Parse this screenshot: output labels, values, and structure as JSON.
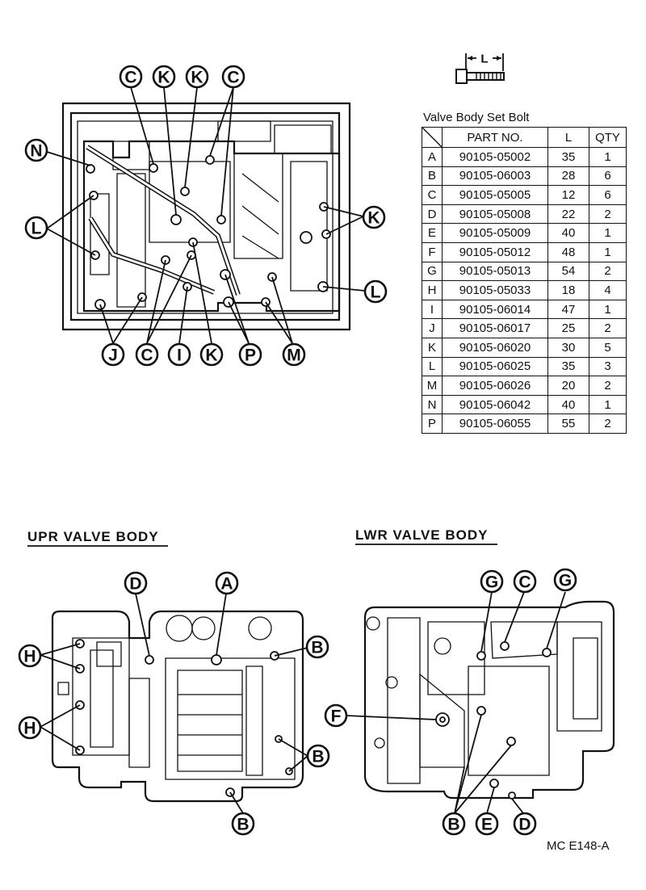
{
  "table": {
    "caption": "Valve Body Set Bolt",
    "headers": {
      "part_no": "PART NO.",
      "length": "L",
      "qty": "QTY"
    },
    "rows": [
      {
        "key": "A",
        "part_no": "90105-05002",
        "length": "35",
        "qty": "1"
      },
      {
        "key": "B",
        "part_no": "90105-06003",
        "length": "28",
        "qty": "6"
      },
      {
        "key": "C",
        "part_no": "90105-05005",
        "length": "12",
        "qty": "6"
      },
      {
        "key": "D",
        "part_no": "90105-05008",
        "length": "22",
        "qty": "2"
      },
      {
        "key": "E",
        "part_no": "90105-05009",
        "length": "40",
        "qty": "1"
      },
      {
        "key": "F",
        "part_no": "90105-05012",
        "length": "48",
        "qty": "1"
      },
      {
        "key": "G",
        "part_no": "90105-05013",
        "length": "54",
        "qty": "2"
      },
      {
        "key": "H",
        "part_no": "90105-05033",
        "length": "18",
        "qty": "4"
      },
      {
        "key": "I",
        "part_no": "90105-06014",
        "length": "47",
        "qty": "1"
      },
      {
        "key": "J",
        "part_no": "90105-06017",
        "length": "25",
        "qty": "2"
      },
      {
        "key": "K",
        "part_no": "90105-06020",
        "length": "30",
        "qty": "5"
      },
      {
        "key": "L",
        "part_no": "90105-06025",
        "length": "35",
        "qty": "3"
      },
      {
        "key": "M",
        "part_no": "90105-06026",
        "length": "20",
        "qty": "2"
      },
      {
        "key": "N",
        "part_no": "90105-06042",
        "length": "40",
        "qty": "1"
      },
      {
        "key": "P",
        "part_no": "90105-06055",
        "length": "55",
        "qty": "2"
      }
    ]
  },
  "bolt_icon": {
    "dimension_label": "L"
  },
  "sections": {
    "upper": "UPR  VALVE  BODY",
    "lower": "LWR  VALVE  BODY"
  },
  "callouts": {
    "top": {
      "c1": "C",
      "k1": "K",
      "k2": "K",
      "c2": "C",
      "n": "N",
      "l_left": "L",
      "k_right": "K",
      "l_right": "L",
      "j": "J",
      "c3": "C",
      "i": "I",
      "k3": "K",
      "p": "P",
      "m": "M"
    },
    "upper_body": {
      "d": "D",
      "a": "A",
      "b1": "B",
      "h1": "H",
      "h2": "H",
      "b2": "B",
      "b3": "B"
    },
    "lower_body": {
      "g1": "G",
      "c": "C",
      "g2": "G",
      "f": "F",
      "b": "B",
      "e": "E",
      "d": "D"
    }
  },
  "figure_code": "MC  E148-A"
}
